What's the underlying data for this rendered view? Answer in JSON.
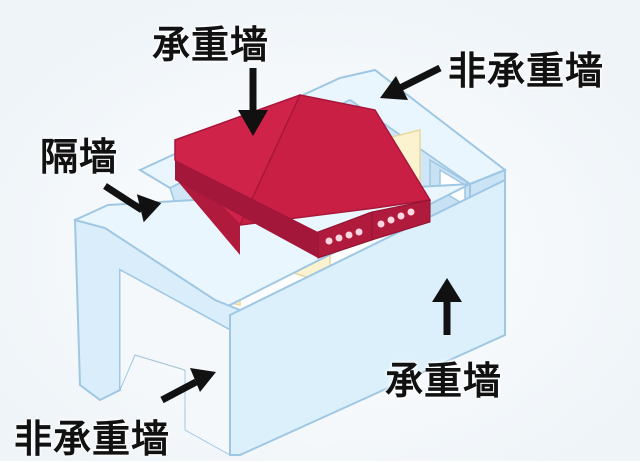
{
  "labels": {
    "top_bearing": "承重墙",
    "top_right_non_bearing": "非承重墙",
    "partition": "隔墙",
    "right_bearing": "承重墙",
    "bottom_non_bearing": "非承重墙"
  },
  "colors": {
    "wall_front": "#d9eefa",
    "wall_top": "#eaf6fd",
    "wall_edge": "#9fc7e3",
    "partition": "#fbf2cf",
    "slab_top": "#d0234a",
    "slab_side": "#b01a3c",
    "slab_holes": "#ffd6df",
    "arrow": "#111111"
  }
}
